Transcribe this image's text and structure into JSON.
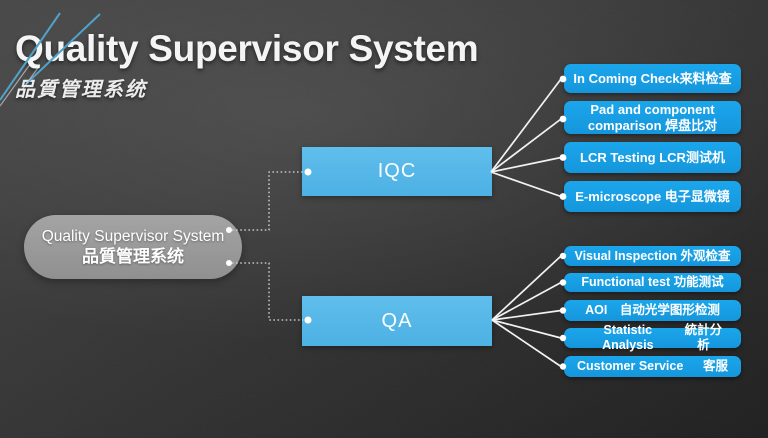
{
  "slide": {
    "title": "Quality Supervisor System",
    "subtitle": "品質管理系统"
  },
  "root": {
    "line1": "Quality Supervisor System",
    "line2": "品質管理系统"
  },
  "branches": [
    {
      "label": "IQC",
      "leaves": [
        {
          "text": "In Coming Check来料检查"
        },
        {
          "text": "Pad and component comparison 焊盘比对"
        },
        {
          "text": "LCR Testing LCR测试机"
        },
        {
          "text": "E-microscope 电子显微镜"
        }
      ]
    },
    {
      "label": "QA",
      "leaves": [
        {
          "text": "Visual Inspection 外观检查"
        },
        {
          "text": "Functional test 功能测试"
        },
        {
          "text": "AOI　自动光学图形检测"
        },
        {
          "text": "Statistic Analysis",
          "text_right": "統計分析"
        },
        {
          "text": "Customer Service",
          "text_right": "客服"
        }
      ]
    }
  ],
  "colors": {
    "leaf_blue": "#18a0e6",
    "branch_blue": "#55b7e8",
    "root_gray": "#9c9c9c",
    "connector_white": "#f2f2f2",
    "decor_line_blue": "#4fa2c9",
    "background_dark": "#2e2e2e"
  }
}
